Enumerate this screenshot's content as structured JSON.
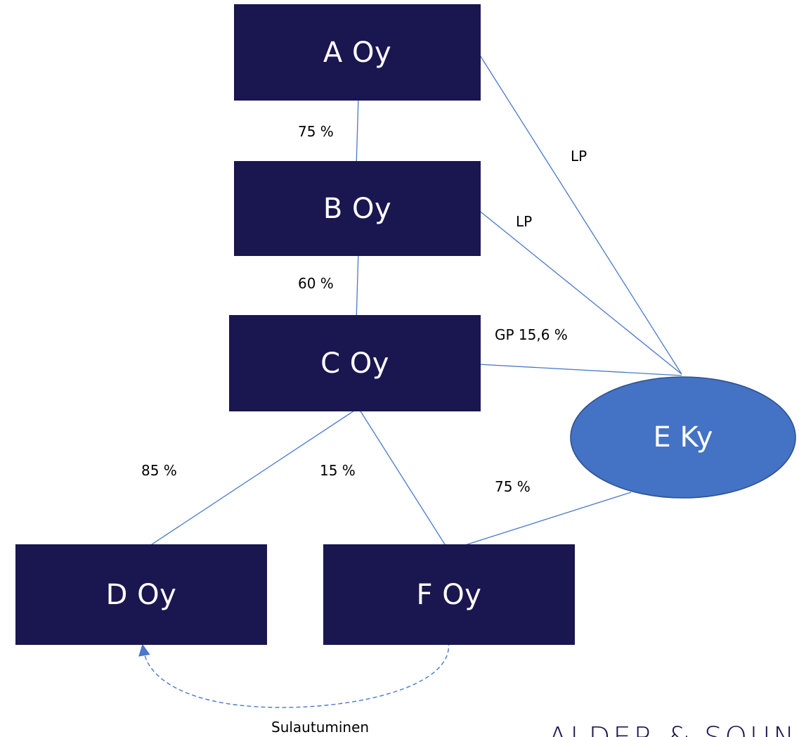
{
  "nodes": {
    "a": "A Oy",
    "b": "B Oy",
    "c": "C Oy",
    "d": "D Oy",
    "e": "E Ky",
    "f": "F Oy"
  },
  "edges": {
    "a_b": "75 %",
    "b_c": "60 %",
    "c_d": "85 %",
    "c_f": "15 %",
    "e_f": "75 %",
    "a_e": "LP",
    "b_e": "LP",
    "c_e": "GP 15,6 %",
    "f_d_merger": "Sulautuminen"
  },
  "brand_text": "ALDER & SOUND",
  "colors": {
    "box_fill": "#1a1650",
    "ellipse_fill": "#4472c4",
    "line": "#4a78c8"
  }
}
